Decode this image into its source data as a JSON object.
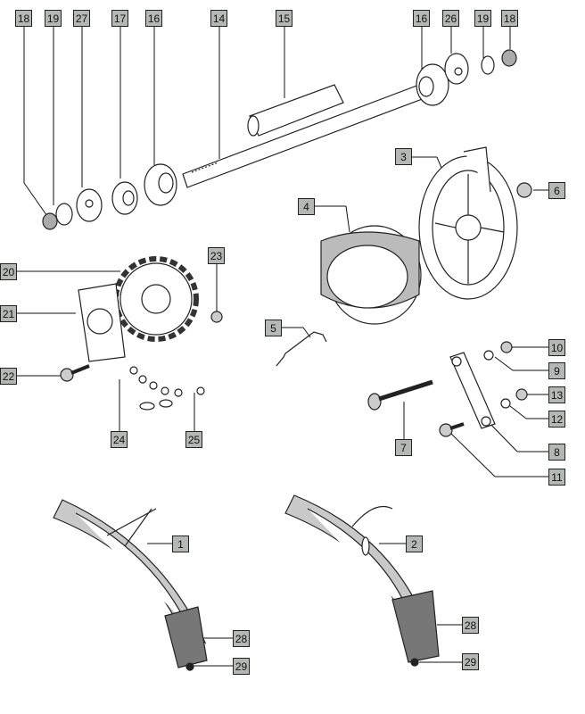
{
  "diagram": {
    "title": "Rear wheel exploded parts view",
    "labels": [
      "18",
      "19",
      "27",
      "17",
      "16",
      "14",
      "15",
      "16",
      "26",
      "19",
      "18",
      "3",
      "6",
      "4",
      "20",
      "23",
      "21",
      "5",
      "10",
      "9",
      "22",
      "13",
      "12",
      "24",
      "25",
      "7",
      "8",
      "11",
      "1",
      "2",
      "28",
      "29",
      "28",
      "29"
    ]
  }
}
